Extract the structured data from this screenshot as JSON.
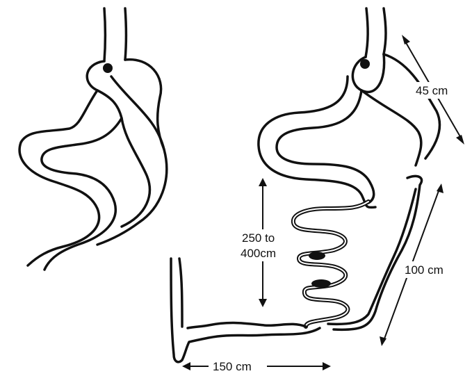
{
  "labels": {
    "limb_45": "45 cm",
    "limb_250_line1": "250 to",
    "limb_250_line2": "400cm",
    "limb_100": "100 cm",
    "limb_150": "150 cm"
  },
  "colors": {
    "ink": "#111111",
    "background": "#ffffff"
  }
}
